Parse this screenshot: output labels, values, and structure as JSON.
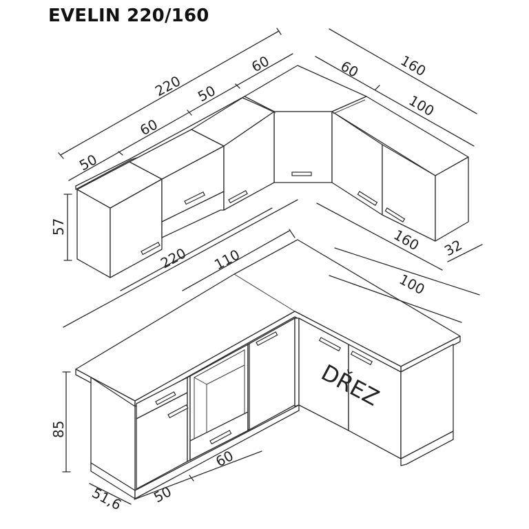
{
  "title": "EVELIN 220/160",
  "labels": {
    "upper_total_width": "220",
    "upper_w50_left": "50",
    "upper_w60_middle": "60",
    "upper_w50_right": "50",
    "upper_w60_corner": "60",
    "upper_right_total": "160",
    "upper_right_corner": "60",
    "upper_right_100": "100",
    "upper_height": "57",
    "lower_total_width": "220",
    "lower_top_110": "110",
    "lower_right_total": "160",
    "lower_right_depth_32": "32",
    "lower_right_100": "100",
    "lower_height": "85",
    "lower_depth": "51,6",
    "lower_w50": "50",
    "lower_w60": "60",
    "sink_label": "DŘEZ"
  },
  "colors": {
    "line": "#2a2a2a",
    "text": "#222222",
    "background": "#ffffff"
  }
}
